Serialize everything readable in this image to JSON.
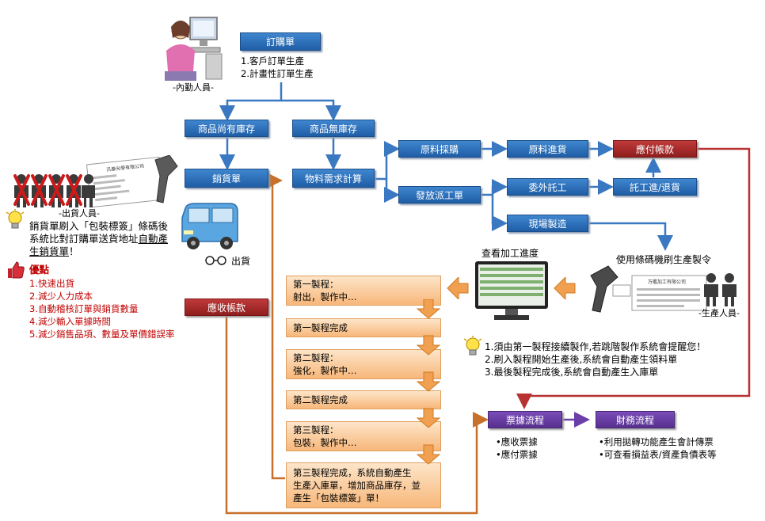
{
  "boxes": {
    "order": "訂購單",
    "stock_yes": "商品尚有庫存",
    "stock_no": "商品無庫存",
    "sales_order": "銷貨單",
    "mrp": "物料需求計算",
    "purchase": "原料採購",
    "receiving": "原料進貨",
    "payable": "應付帳款",
    "dispatch": "發放派工單",
    "outsource": "委外託工",
    "outsource_return": "託工進/退貨",
    "onsite": "現場製造",
    "receivable": "應收帳款",
    "voucher": "票據流程",
    "finance": "財務流程"
  },
  "labels": {
    "office_staff": "-內勤人員-",
    "order_items": [
      "1.客戶訂單生產",
      "2.計畫性訂單生產"
    ],
    "shipping_staff": "-出貨人員-",
    "ship": "出貨",
    "view_progress": "查看加工進度",
    "scan_order": "使用條碼機刷生產製令",
    "production_staff": "-生產人員-"
  },
  "tip_left": {
    "line1": "銷貨單刷入「包裝標簽」條碼後",
    "line2a": "系統比對訂購單送貨地址",
    "line2b": "自動產",
    "line3": "生銷貨單",
    "line3b": "！"
  },
  "advantages": {
    "title": "優點",
    "items": [
      "1.快速出貨",
      "2.減少人力成本",
      "3.自動稽核訂單與銷貨數量",
      "4.減少輸入單據時間",
      "5.減少銷售品項、數量及單價錯誤率"
    ]
  },
  "steps": [
    "第一製程：\n射出，製作中…",
    "第一製程完成",
    "第二製程：\n強化，製作中…",
    "第二製程完成",
    "第三製程：\n包裝，製作中…",
    "第三製程完成，系統自動產生\n生產入庫單，增加商品庫存，並\n產生「包裝標簽」單！"
  ],
  "tip_right": [
    "1.須由第一製程接續製作,若跳階製作系統會提醒您！",
    "2.刷入製程開始生產後,系統會自動產生領料單",
    "3.最後製程完成後,系統會自動產生入庫單"
  ],
  "voucher_items": [
    "•應收票據",
    "•應付票據"
  ],
  "finance_items": [
    "•利用拋轉功能產生會計傳票",
    "•可查看損益表/資產負債表等"
  ],
  "label_ids": {
    "label_text": "汎泰光學有限公司",
    "label_text2": "万艦加工有限公司"
  },
  "colors": {
    "blue_box": "#2a6db8",
    "red_box": "#a82828",
    "purple_box": "#6a3fa8",
    "step_fill": "#f9c995",
    "arrow_blue": "#3a78c2",
    "arrow_red": "#b83232",
    "arrow_orange": "#c8702a"
  }
}
